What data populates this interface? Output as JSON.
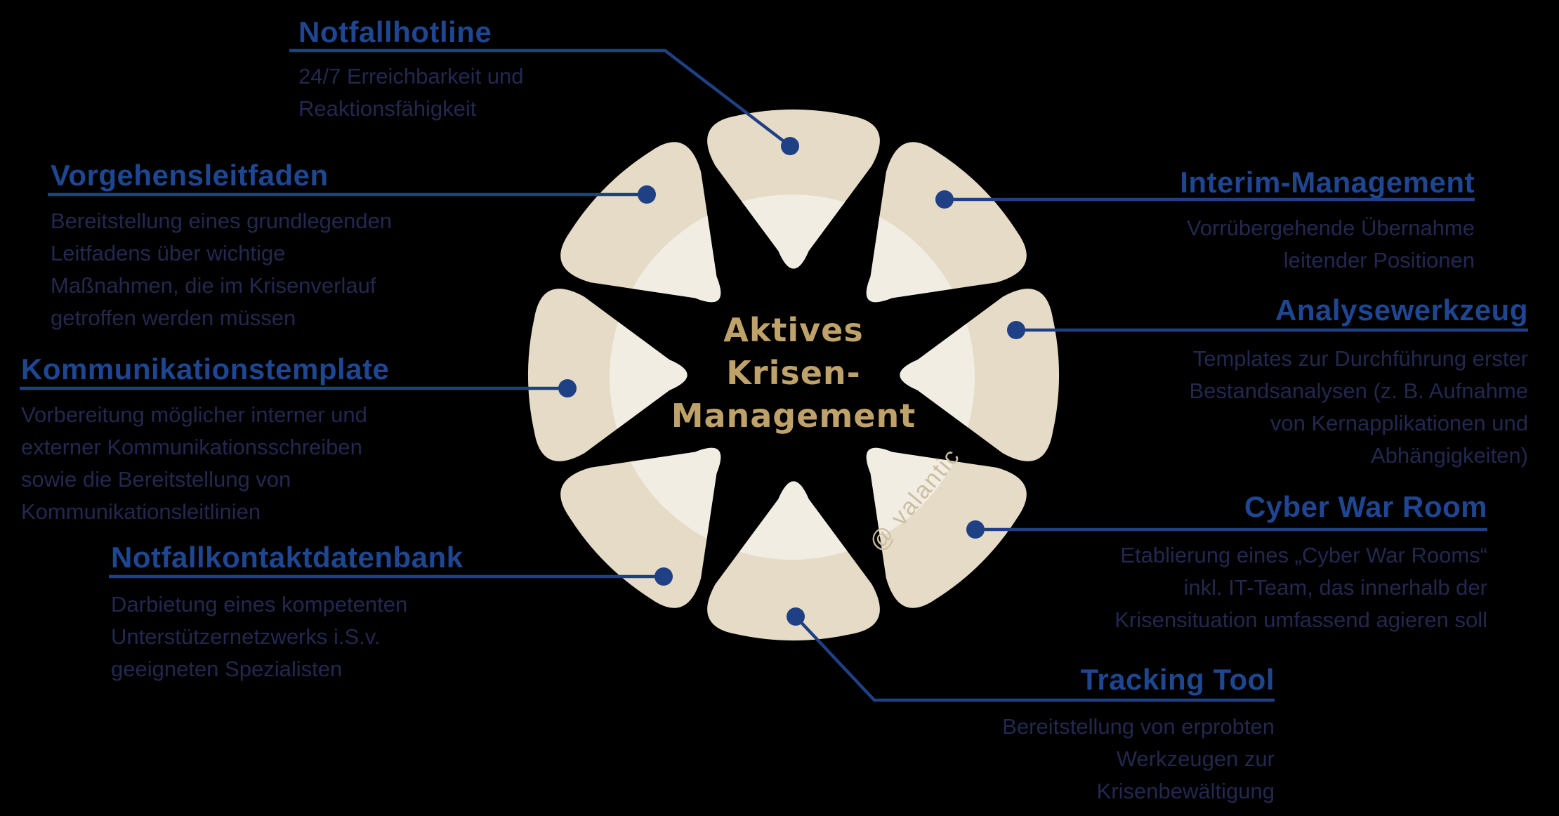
{
  "diagram_title": "Aktives Krisen-Management",
  "center": {
    "line1": "Aktives",
    "line2": "Krisen-",
    "line3": "Management"
  },
  "watermark": "@ valantic",
  "colors": {
    "background": "#000000",
    "title_blue": "#1e4691",
    "body_navy": "#23284e",
    "connector_blue": "#1f4084",
    "petal_beige": "#e5dbc7",
    "petal_inner_cream": "#f2ede3",
    "center_gold": "#bfa16a",
    "watermark_beige": "#ccbda0"
  },
  "segments": [
    {
      "title": "Notfallhotline",
      "desc_lines": [
        "24/7 Erreichbarkeit und",
        "Reaktionsfähigkeit"
      ]
    },
    {
      "title": "Vorgehensleitfaden",
      "desc_lines": [
        "Bereitstellung eines grundlegenden",
        "Leitfadens über wichtige",
        "Maßnahmen, die im Krisenverlauf",
        "getroffen werden müssen"
      ]
    },
    {
      "title": "Kommunikationstemplate",
      "desc_lines": [
        "Vorbereitung möglicher interner und",
        "externer Kommunikationsschreiben",
        "sowie die Bereitstellung von",
        "Kommunikationsleitlinien"
      ]
    },
    {
      "title": "Notfallkontaktdatenbank",
      "desc_lines": [
        "Darbietung eines kompetenten",
        "Unterstützernetzwerks i.S.v.",
        "geeigneten Spezialisten"
      ]
    },
    {
      "title": "Interim-Management",
      "desc_lines": [
        "Vorrübergehende Übernahme",
        "leitender Positionen"
      ]
    },
    {
      "title": "Analysewerkzeug",
      "desc_lines": [
        "Templates zur Durchführung erster",
        "Bestandsanalysen (z. B. Aufnahme",
        "von Kernapplikationen und",
        "Abhängigkeiten)"
      ]
    },
    {
      "title": "Cyber War Room",
      "desc_lines": [
        "Etablierung eines „Cyber War Rooms“",
        "inkl. IT-Team, das innerhalb der",
        "Krisensituation umfassend agieren soll"
      ]
    },
    {
      "title": "Tracking Tool",
      "desc_lines": [
        "Bereitstellung von erprobten",
        "Werkzeugen zur",
        "Krisenbewältigung"
      ]
    }
  ]
}
